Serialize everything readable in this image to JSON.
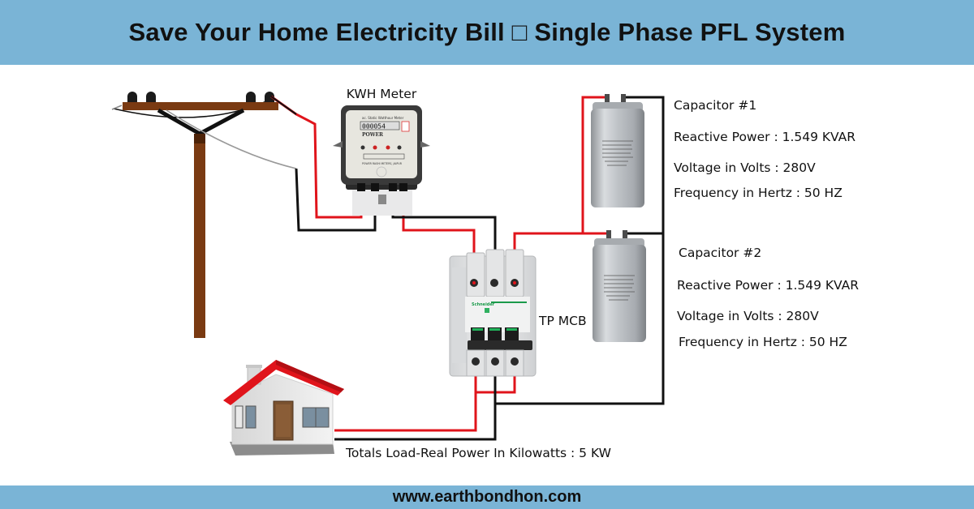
{
  "header": {
    "title": "Save Your Home Electricity Bill □ Single Phase PFL System"
  },
  "footer": {
    "website": "www.earthbondhon.com"
  },
  "diagram": {
    "meter": {
      "label": "KWH Meter",
      "reading": "000054",
      "brand": "POWER",
      "maker_line": "POWER RASHI METERS, JAIPUR"
    },
    "mcb": {
      "label": "TP MCB",
      "brand": "Schneider"
    },
    "capacitors": [
      {
        "title": "Capacitor #1",
        "reactive_power": "Reactive Power : 1.549 KVAR",
        "voltage": "Voltage in Volts : 280V",
        "frequency": "Frequency in Hertz : 50 HZ"
      },
      {
        "title": "Capacitor #2",
        "reactive_power": "Reactive Power : 1.549 KVAR",
        "voltage": "Voltage in Volts : 280V",
        "frequency": "Frequency in Hertz : 50 HZ"
      }
    ],
    "load": {
      "label": "Totals Load-Real Power In Kilowatts : 5 KW"
    },
    "colors": {
      "live_wire": "#e0141b",
      "neutral_wire": "#111111",
      "pole": "#7a3a12",
      "roof": "#e0141b",
      "banner": "#7ab4d6"
    }
  }
}
